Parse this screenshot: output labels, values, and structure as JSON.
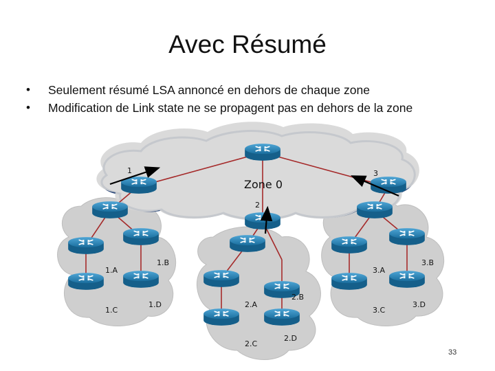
{
  "slide": {
    "title": "Avec Résumé",
    "bullets": [
      "Seulement résumé LSA  annoncé  en dehors de chaque zone",
      "Modification de Link state ne se propagent pas en dehors de la zone"
    ],
    "page_number": "33"
  },
  "diagram": {
    "backbone_label": "Zone 0",
    "link_labels": {
      "area1": "1",
      "area2": "2",
      "area3": "3"
    },
    "area1_labels": {
      "a": "1.A",
      "b": "1.B",
      "c": "1.C",
      "d": "1.D"
    },
    "area2_labels": {
      "a": "2.A",
      "b": "2.B",
      "c": "2.C",
      "d": "2.D"
    },
    "area3_labels": {
      "a": "3.A",
      "b": "3.B",
      "c": "3.C",
      "d": "3.D"
    },
    "colors": {
      "cloud": "#d9d9d9",
      "router": "#1f7fb5",
      "link": "#b02a2a",
      "arrow": "#000000"
    },
    "icons": [
      "router-icon",
      "cloud-shape",
      "arrow"
    ]
  }
}
